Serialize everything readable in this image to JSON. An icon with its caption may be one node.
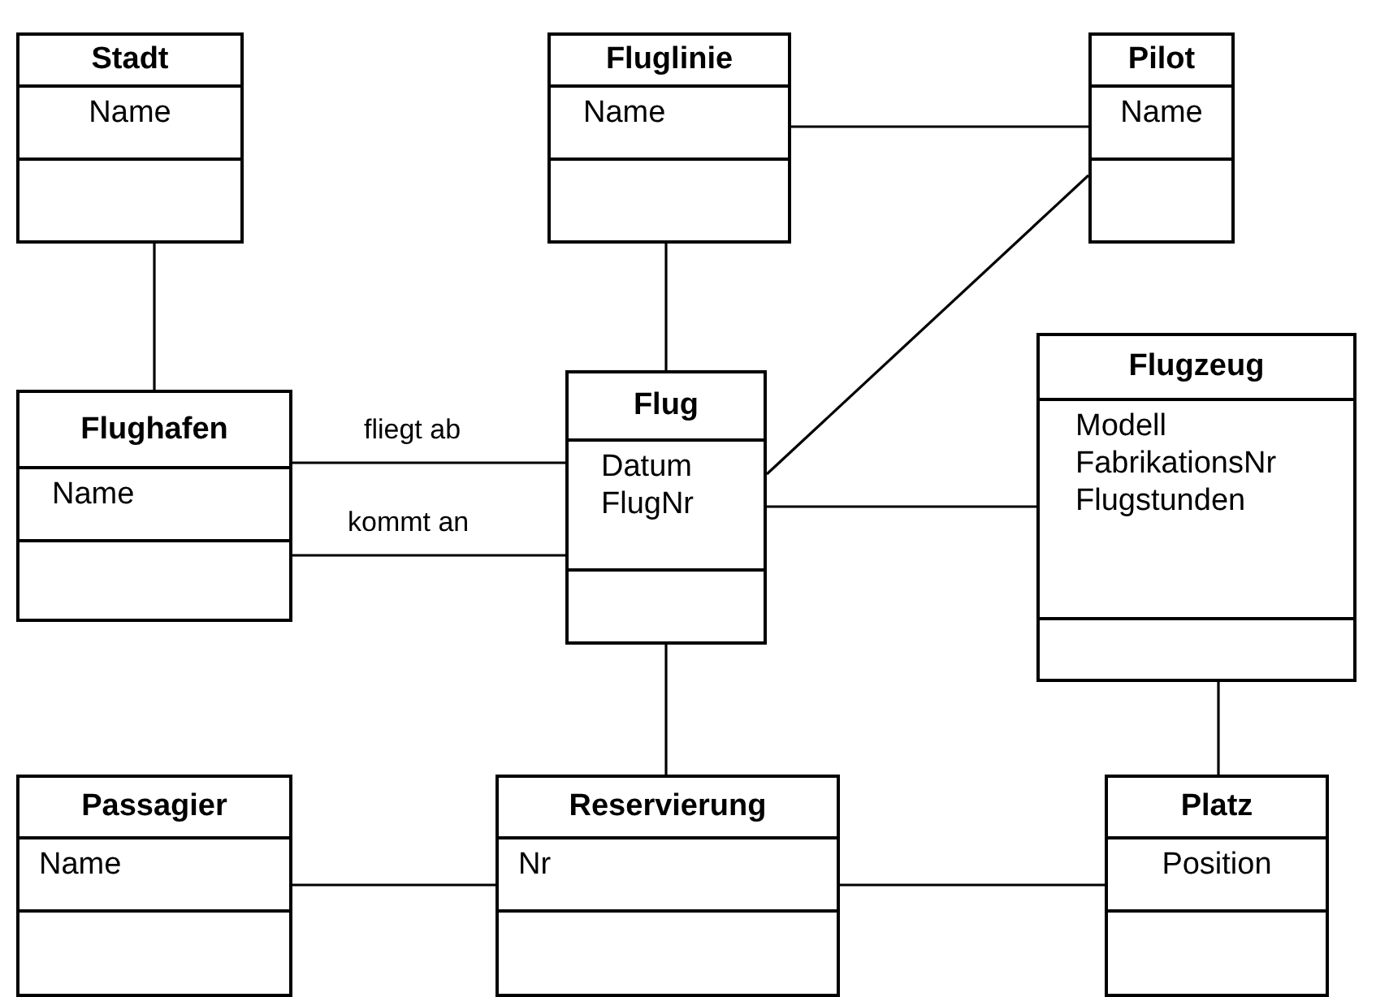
{
  "diagram": {
    "nodes": [
      {
        "text": [
          "Stadt",
          "Name"
        ]
      },
      {
        "text": [
          "Fluglinie",
          "Name"
        ]
      },
      {
        "text": [
          "Pilot",
          "Name"
        ]
      },
      {
        "text": [
          "Flughafen",
          "Name"
        ]
      },
      {
        "text": [
          "Flug",
          "Datum",
          "FlugNr"
        ]
      },
      {
        "text": [
          "Flugzeug",
          "Modell",
          "FabrikationsNr",
          "Flugstunden"
        ]
      },
      {
        "text": [
          "Passagier",
          "Name"
        ]
      },
      {
        "text": [
          "Reservierung",
          "Nr"
        ]
      },
      {
        "text": [
          "Platz",
          "Position"
        ]
      }
    ],
    "edges": [
      {
        "from": 0,
        "to": 3,
        "arrow": "none"
      },
      {
        "from": 1,
        "to": 2,
        "arrow": "none"
      },
      {
        "from": 1,
        "to": 4,
        "arrow": "none"
      },
      {
        "from": 2,
        "to": 4,
        "arrow": "none"
      },
      {
        "from": 3,
        "to": 4,
        "arrow": "none",
        "label": "fliegt ab"
      },
      {
        "from": 3,
        "to": 4,
        "arrow": "none",
        "label": "kommt an"
      },
      {
        "from": 4,
        "to": 5,
        "arrow": "none"
      },
      {
        "from": 4,
        "to": 7,
        "arrow": "none"
      },
      {
        "from": 5,
        "to": 8,
        "arrow": "none"
      },
      {
        "from": 6,
        "to": 7,
        "arrow": "none"
      },
      {
        "from": 7,
        "to": 8,
        "arrow": "none"
      }
    ]
  }
}
